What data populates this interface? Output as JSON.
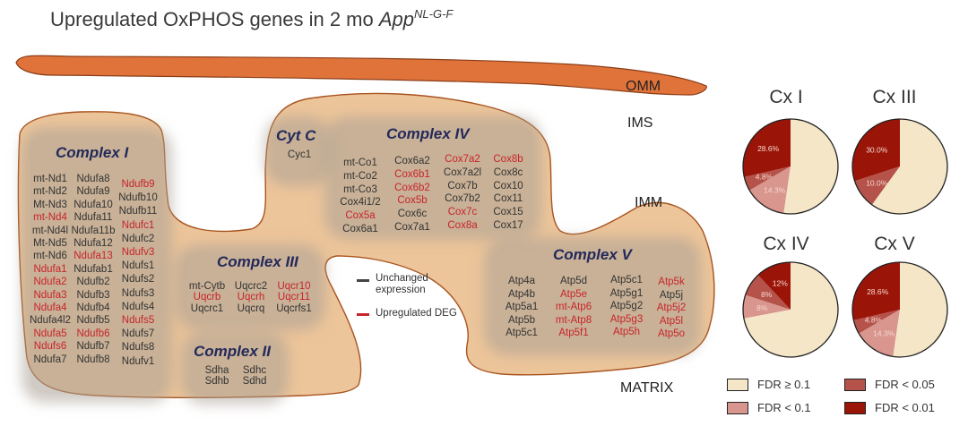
{
  "title": {
    "main": "Upregulated OxPHOS genes in 2 mo ",
    "italic": "App",
    "superscript": "NL-G-F"
  },
  "regions": {
    "omm": "OMM",
    "ims": "IMS",
    "imm": "IMM",
    "matrix": "MATRIX"
  },
  "colors": {
    "omm_fill": "#e0733a",
    "imm_fill": "#edc59a",
    "complex_bg": "#b5aaa0",
    "title_blue": "#23295a",
    "gene_unchanged": "#333333",
    "gene_upregulated": "#c8242c",
    "fdr_ge_0_1": "#f5e6c8",
    "fdr_lt_0_1": "#d9968e",
    "fdr_lt_0_05": "#b5524a",
    "fdr_lt_0_01": "#9a1408"
  },
  "complexes": {
    "complex_i": {
      "title": "Complex I",
      "columns": [
        [
          {
            "name": "mt-Nd1",
            "up": false
          },
          {
            "name": "mt-Nd2",
            "up": false
          },
          {
            "name": "Mt-Nd3",
            "up": false
          },
          {
            "name": "mt-Nd4",
            "up": true
          },
          {
            "name": "mt-Nd4l",
            "up": false
          },
          {
            "name": "Mt-Nd5",
            "up": false
          },
          {
            "name": "mt-Nd6",
            "up": false
          },
          {
            "name": "Ndufa1",
            "up": true
          },
          {
            "name": "Ndufa2",
            "up": true
          },
          {
            "name": "Ndufa3",
            "up": true
          },
          {
            "name": "Ndufa4",
            "up": true
          },
          {
            "name": "Ndufa4l2",
            "up": false
          },
          {
            "name": "Ndufa5",
            "up": true
          },
          {
            "name": "Ndufs6",
            "up": true
          },
          {
            "name": "Ndufa7",
            "up": false
          }
        ],
        [
          {
            "name": "Ndufa8",
            "up": false
          },
          {
            "name": "Ndufa9",
            "up": false
          },
          {
            "name": "Ndufa10",
            "up": false
          },
          {
            "name": "Ndufa11",
            "up": false
          },
          {
            "name": "Ndufa11b",
            "up": false
          },
          {
            "name": "Ndufa12",
            "up": false
          },
          {
            "name": "Ndufa13",
            "up": true
          },
          {
            "name": "Ndufab1",
            "up": false
          },
          {
            "name": "Ndufb2",
            "up": false
          },
          {
            "name": "Ndufb3",
            "up": false
          },
          {
            "name": "Ndufb4",
            "up": false
          },
          {
            "name": "Ndufb5",
            "up": false
          },
          {
            "name": "Ndufb6",
            "up": true
          },
          {
            "name": "Ndufb7",
            "up": false
          },
          {
            "name": "Ndufb8",
            "up": false
          }
        ],
        [
          {
            "name": "Ndufb9",
            "up": true
          },
          {
            "name": "Ndufb10",
            "up": false
          },
          {
            "name": "Ndufb11",
            "up": false
          },
          {
            "name": "Ndufc1",
            "up": true
          },
          {
            "name": "Ndufc2",
            "up": false
          },
          {
            "name": "Ndufv3",
            "up": true
          },
          {
            "name": "Ndufs1",
            "up": false
          },
          {
            "name": "Ndufs2",
            "up": false
          },
          {
            "name": "Ndufs3",
            "up": false
          },
          {
            "name": "Ndufs4",
            "up": false
          },
          {
            "name": "Ndufs5",
            "up": true
          },
          {
            "name": "Ndufs7",
            "up": false
          },
          {
            "name": "Ndufs8",
            "up": false
          },
          {
            "name": "Ndufv1",
            "up": false
          }
        ]
      ]
    },
    "cyt_c": {
      "title": "Cyt C",
      "columns": [
        [
          {
            "name": "Cyc1",
            "up": false
          }
        ]
      ]
    },
    "complex_iv": {
      "title": "Complex IV",
      "columns": [
        [
          {
            "name": "mt-Co1",
            "up": false
          },
          {
            "name": "mt-Co2",
            "up": false
          },
          {
            "name": "mt-Co3",
            "up": false
          },
          {
            "name": "Cox4i1/2",
            "up": false
          },
          {
            "name": "Cox5a",
            "up": true
          },
          {
            "name": "Cox6a1",
            "up": false
          }
        ],
        [
          {
            "name": "Cox6a2",
            "up": false
          },
          {
            "name": "Cox6b1",
            "up": true
          },
          {
            "name": "Cox6b2",
            "up": true
          },
          {
            "name": "Cox5b",
            "up": true
          },
          {
            "name": "Cox6c",
            "up": false
          },
          {
            "name": "Cox7a1",
            "up": false
          }
        ],
        [
          {
            "name": "Cox7a2",
            "up": true
          },
          {
            "name": "Cox7a2l",
            "up": false
          },
          {
            "name": "Cox7b",
            "up": false
          },
          {
            "name": "Cox7b2",
            "up": false
          },
          {
            "name": "Cox7c",
            "up": true
          },
          {
            "name": "Cox8a",
            "up": true
          }
        ],
        [
          {
            "name": "Cox8b",
            "up": true
          },
          {
            "name": "Cox8c",
            "up": false
          },
          {
            "name": "Cox10",
            "up": false
          },
          {
            "name": "Cox11",
            "up": false
          },
          {
            "name": "Cox15",
            "up": false
          },
          {
            "name": "Cox17",
            "up": false
          }
        ]
      ]
    },
    "complex_iii": {
      "title": "Complex III",
      "columns": [
        [
          {
            "name": "mt-Cytb",
            "up": false
          },
          {
            "name": "Uqcrb",
            "up": true
          },
          {
            "name": "Uqcrc1",
            "up": false
          }
        ],
        [
          {
            "name": "Uqcrc2",
            "up": false
          },
          {
            "name": "Uqcrh",
            "up": true
          },
          {
            "name": "Uqcrq",
            "up": false
          }
        ],
        [
          {
            "name": "Uqcr10",
            "up": true
          },
          {
            "name": "Uqcr11",
            "up": true
          },
          {
            "name": "Uqcrfs1",
            "up": false
          }
        ]
      ]
    },
    "complex_ii": {
      "title": "Complex II",
      "columns": [
        [
          {
            "name": "Sdha",
            "up": false
          },
          {
            "name": "Sdhb",
            "up": false
          }
        ],
        [
          {
            "name": "Sdhc",
            "up": false
          },
          {
            "name": "Sdhd",
            "up": false
          }
        ]
      ]
    },
    "complex_v": {
      "title": "Complex V",
      "columns": [
        [
          {
            "name": "Atp4a",
            "up": false
          },
          {
            "name": "Atp4b",
            "up": false
          },
          {
            "name": "Atp5a1",
            "up": false
          },
          {
            "name": "Atp5b",
            "up": false
          },
          {
            "name": "Atp5c1",
            "up": false
          }
        ],
        [
          {
            "name": "Atp5d",
            "up": false
          },
          {
            "name": "Atp5e",
            "up": true
          },
          {
            "name": "mt-Atp6",
            "up": true
          },
          {
            "name": "mt-Atp8",
            "up": true
          },
          {
            "name": "Atp5f1",
            "up": true
          }
        ],
        [
          {
            "name": "Atp5c1",
            "up": false
          },
          {
            "name": "Atp5g1",
            "up": false
          },
          {
            "name": "Atp5g2",
            "up": false
          },
          {
            "name": "Atp5g3",
            "up": true
          },
          {
            "name": "Atp5h",
            "up": true
          }
        ],
        [
          {
            "name": "Atp5k",
            "up": true
          },
          {
            "name": "Atp5j",
            "up": false
          },
          {
            "name": "Atp5j2",
            "up": true
          },
          {
            "name": "Atp5l",
            "up": true
          },
          {
            "name": "Atp5o",
            "up": true
          }
        ]
      ]
    }
  },
  "gene_legend": {
    "unchanged_line1": "Unchanged",
    "unchanged_line2": "expression",
    "upregulated": "Upregulated DEG"
  },
  "chart_data": {
    "type": "pie",
    "slice_order": [
      "FDR < 0.01",
      "FDR < 0.05",
      "FDR < 0.1",
      "FDR ≥ 0.1"
    ],
    "direction": "counter-clockwise from top",
    "charts": [
      {
        "title": "Cx I",
        "values": [
          28.6,
          4.8,
          14.3,
          52.3
        ],
        "labels": [
          "28.6%",
          "4.8%",
          "14.3%",
          ""
        ]
      },
      {
        "title": "Cx III",
        "values": [
          30.0,
          10.0,
          0,
          60.0
        ],
        "labels": [
          "30.0%",
          "10.0%",
          "",
          ""
        ]
      },
      {
        "title": "Cx IV",
        "values": [
          12,
          8,
          8,
          72
        ],
        "labels": [
          "12%",
          "8%",
          "8%",
          ""
        ]
      },
      {
        "title": "Cx V",
        "values": [
          28.6,
          4.8,
          14.3,
          52.3
        ],
        "labels": [
          "28.6%",
          "4.8%",
          "14.3%",
          ""
        ]
      }
    ],
    "legend": [
      {
        "label": "FDR ≥ 0.1",
        "color": "#f5e6c8"
      },
      {
        "label": "FDR < 0.05",
        "color": "#b5524a"
      },
      {
        "label": "FDR < 0.1",
        "color": "#d9968e"
      },
      {
        "label": "FDR < 0.01",
        "color": "#9a1408"
      }
    ],
    "legend_placement": "bottom-right"
  }
}
